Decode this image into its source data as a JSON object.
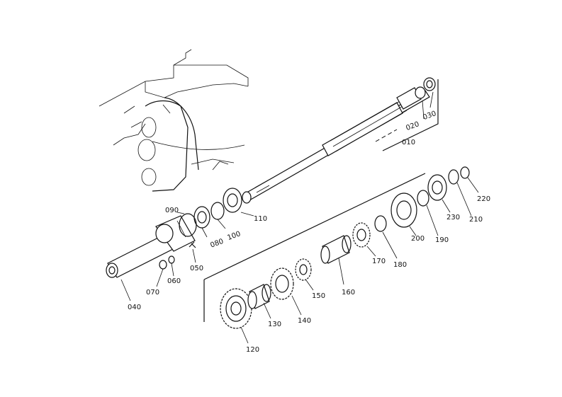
{
  "diagram": {
    "part_labels": [
      "010",
      "020",
      "030",
      "040",
      "050",
      "060",
      "070",
      "080",
      "090",
      "100",
      "110",
      "120",
      "130",
      "140",
      "150",
      "160",
      "170",
      "180",
      "190",
      "200",
      "210",
      "220",
      "230"
    ]
  }
}
